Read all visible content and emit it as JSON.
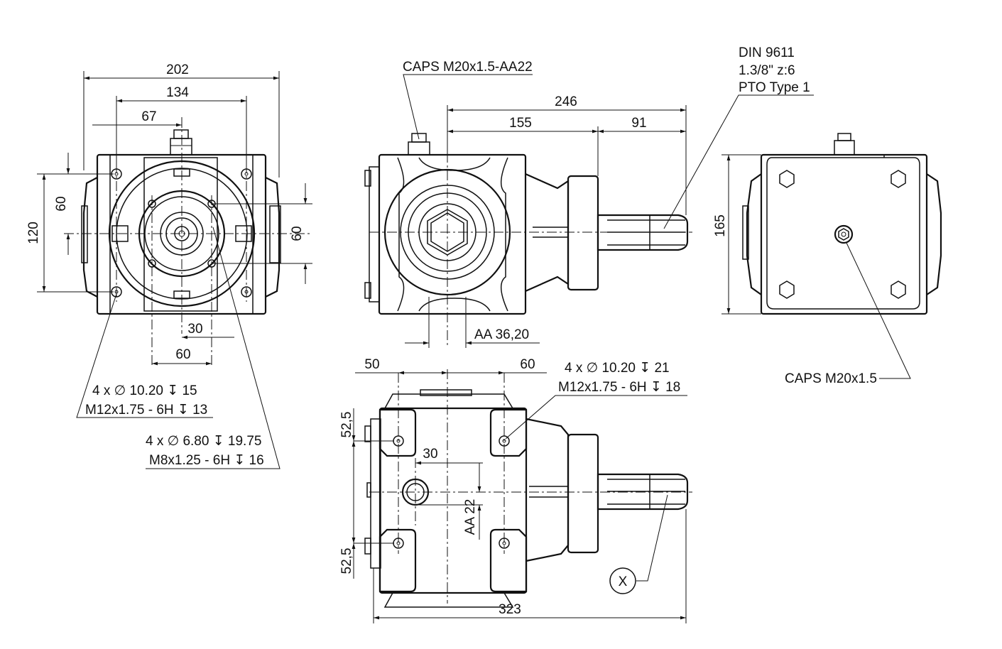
{
  "colors": {
    "line": "#111111",
    "background": "#ffffff"
  },
  "front_view": {
    "dim_overall_width": "202",
    "dim_bolt_spacing": "134",
    "dim_half_spacing": "67",
    "dim_height": "120",
    "dim_inner_height_left": "60",
    "dim_inner_height_right": "60",
    "dim_bottom_small": "30",
    "dim_bottom_large": "60",
    "note_holes_large_line1": "4 x ∅ 10.20 ↧ 15",
    "note_holes_large_line2": "M12x1.75 - 6H ↧ 13",
    "note_holes_small_line1": "4 x ∅ 6.80 ↧ 19.75",
    "note_holes_small_line2": "M8x1.25 - 6H ↧ 16"
  },
  "side_view": {
    "callout_cap": "CAPS M20x1.5-AA22",
    "dim_total_length": "246",
    "dim_to_flange": "155",
    "dim_shaft_length": "91",
    "dim_axis_offset": "AA 36,20",
    "pto_spec_line1": "DIN 9611",
    "pto_spec_line2": "1.3/8\" z:6",
    "pto_spec_line3": "PTO Type 1"
  },
  "rear_view": {
    "dim_height": "165",
    "callout_cap": "CAPS M20x1.5"
  },
  "top_view": {
    "dim_left_offset": "50",
    "dim_right_offset": "60",
    "dim_upper_vertical": "52,5",
    "dim_lower_vertical": "52,5",
    "dim_port_offset_h": "30",
    "dim_port_offset_v": "AA 22",
    "dim_total_length": "323",
    "note_holes_line1": "4 x ∅ 10.20 ↧ 21",
    "note_holes_line2": "M12x1.75 - 6H ↧ 18",
    "shaft_marker": "X"
  }
}
